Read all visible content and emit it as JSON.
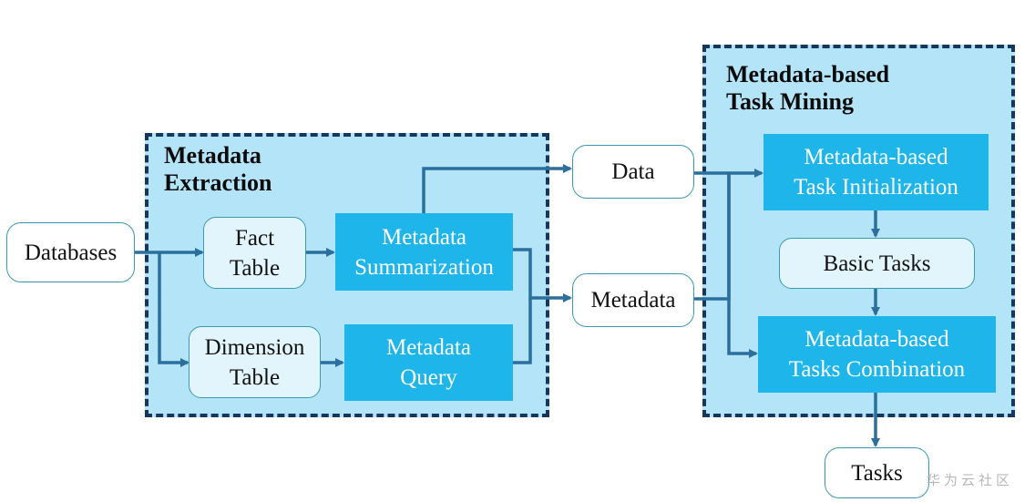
{
  "groups": {
    "extraction_title": "Metadata\nExtraction",
    "mining_title": "Metadata-based\nTask Mining"
  },
  "nodes": {
    "databases": "Databases",
    "fact_table": "Fact\nTable",
    "dimension_table": "Dimension\nTable",
    "metadata_summarization": "Metadata\nSummarization",
    "metadata_query": "Metadata\nQuery",
    "data": "Data",
    "metadata": "Metadata",
    "task_initialization": "Metadata-based\nTask Initialization",
    "basic_tasks": "Basic Tasks",
    "tasks_combination": "Metadata-based\nTasks Combination",
    "tasks": "Tasks"
  },
  "watermark": "华为云社区",
  "colors": {
    "group_fill": "#b3e4f7",
    "group_border": "#16365f",
    "process_fill": "#1db5ea",
    "arrow": "#2a6f9e",
    "node_border": "#3a9bb0"
  }
}
